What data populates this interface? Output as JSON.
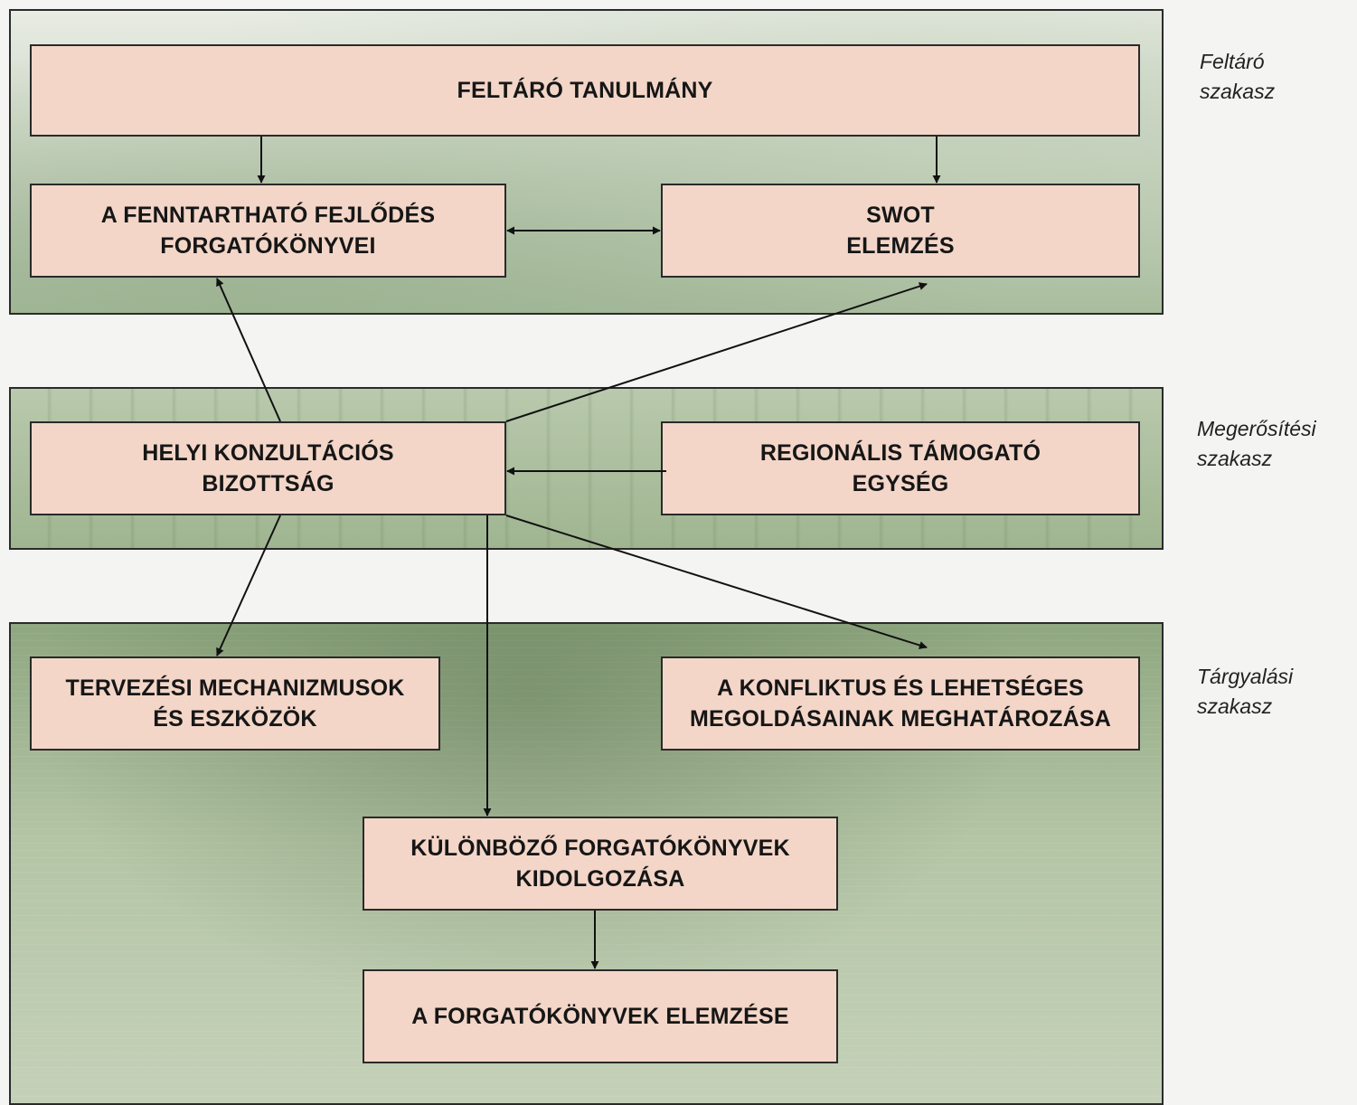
{
  "boxes": {
    "feltaro_tanulmany": "FELTÁRÓ TANULMÁNY",
    "fenntarthato": "A FENNTARTHATÓ FEJLŐDÉS\nFORGATÓKÖNYVEI",
    "swot": "SWOT\nELEMZÉS",
    "helyi": "HELYI KONZULTÁCIÓS\nBIZOTTSÁG",
    "regionalis": "REGIONÁLIS TÁMOGATÓ\nEGYSÉG",
    "tervezesi": "TERVEZÉSI MECHANIZMUSOK\nÉS ESZKÖZÖK",
    "konfliktus": "A KONFLIKTUS ÉS LEHETSÉGES\nMEGOLDÁSAINAK MEGHATÁROZÁSA",
    "kulonbozo": "KÜLÖNBÖZŐ FORGATÓKÖNYVEK\nKIDOLGOZÁSA",
    "elemzese": "A FORGATÓKÖNYVEK ELEMZÉSE"
  },
  "phases": {
    "feltaro": "Feltáró\nszakasz",
    "megerositesi": "Megerősítési\nszakasz",
    "targyalasi": "Tárgyalási\nszakasz"
  }
}
